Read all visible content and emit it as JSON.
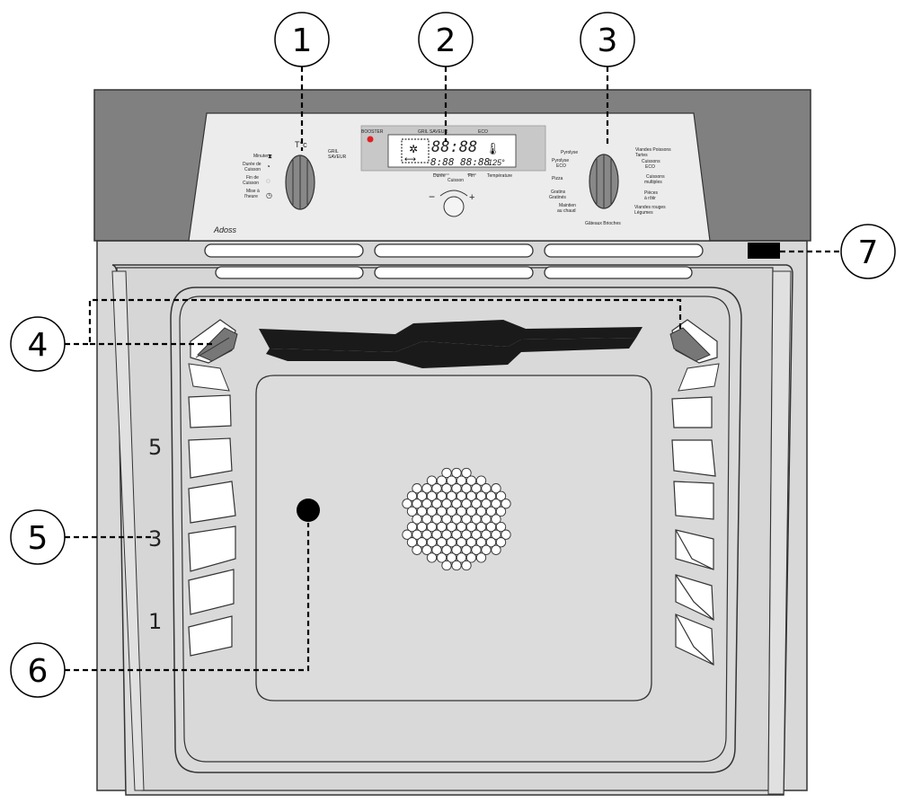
{
  "callouts": [
    "1",
    "2",
    "3",
    "4",
    "5",
    "6",
    "7"
  ],
  "shelf_levels": [
    "5",
    "3",
    "1"
  ],
  "brand": "Adoss",
  "display": {
    "booster": "BOOSTER",
    "gril": "GRIL SAVEUR",
    "eco": "ECO",
    "digits_top": "88:88",
    "digits_bottom": "8:88 88:88",
    "temp_value": "125°",
    "duree": "Durée",
    "fin": "Fin",
    "cuisson": "Cuisson",
    "temperature": "Température",
    "minus": "−",
    "plus": "+"
  },
  "left_knob": {
    "top_mark": "T°c",
    "labels": [
      "Minuterie",
      "Durée de",
      "Cuisson",
      "Fin de",
      "Cuisson",
      "Mise à",
      "l'heure"
    ],
    "gril_label": [
      "GRIL",
      "SAVEUR"
    ]
  },
  "right_knob": {
    "labels_left": [
      "Pyrolyse",
      "Pyrolyse",
      "ECO",
      "Pizza",
      "Gratins",
      "Gratinés",
      "Maintien",
      "au chaud"
    ],
    "labels_right": [
      "Viandes Poissons",
      "Tartes",
      "Cuissons",
      "ECO",
      "Cuissons",
      "multiples",
      "Pièces",
      "à rôtir",
      "Viandes rouges",
      "Légumes"
    ],
    "bottom": "Gâteaux Brioches"
  }
}
